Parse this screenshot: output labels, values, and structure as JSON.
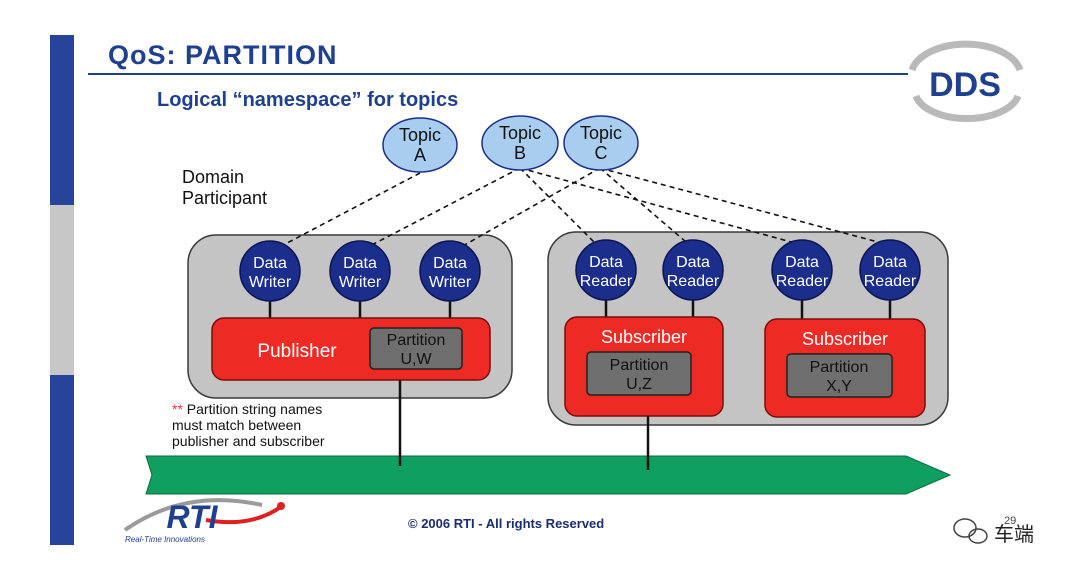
{
  "slide": {
    "title": "QoS:  PARTITION",
    "subtitle": "Logical “namespace” for topics",
    "domain_participant": [
      "Domain",
      "Participant"
    ]
  },
  "topics": [
    {
      "line1": "Topic",
      "line2": "A"
    },
    {
      "line1": "Topic",
      "line2": "B"
    },
    {
      "line1": "Topic",
      "line2": "C"
    }
  ],
  "writers": [
    {
      "line1": "Data",
      "line2": "Writer"
    },
    {
      "line1": "Data",
      "line2": "Writer"
    },
    {
      "line1": "Data",
      "line2": "Writer"
    }
  ],
  "readers": [
    {
      "line1": "Data",
      "line2": "Reader"
    },
    {
      "line1": "Data",
      "line2": "Reader"
    },
    {
      "line1": "Data",
      "line2": "Reader"
    },
    {
      "line1": "Data",
      "line2": "Reader"
    }
  ],
  "publisher": {
    "label": "Publisher",
    "partition_title": "Partition",
    "partition_values": "U,W"
  },
  "subscribers": [
    {
      "label": "Subscriber",
      "partition_title": "Partition",
      "partition_values": "U,Z"
    },
    {
      "label": "Subscriber",
      "partition_title": "Partition",
      "partition_values": "X,Y"
    }
  ],
  "note": {
    "stars": "**",
    "lines": [
      "Partition string names",
      "must match between",
      "publisher and subscriber"
    ]
  },
  "footer": {
    "copyright": "© 2006 RTI - All rights Reserved",
    "rti_logo_text": "RTI",
    "rti_tagline": "Real-Time Innovations",
    "dds_logo_text": "DDS",
    "page_number": "29"
  },
  "watermark": {
    "label": "车端"
  },
  "colors": {
    "title_blue": "#1f3f8f",
    "topic_fill": "#a9cdef",
    "entity_fill": "#1c2e8c",
    "container_gray": "#c4c4c4",
    "publisher_red": "#ee2a24",
    "partition_gray": "#6f6f6f",
    "bus_green": "#0fa060",
    "sidebar_blue": "#25449a",
    "sidebar_gray": "#c7c7c7"
  }
}
